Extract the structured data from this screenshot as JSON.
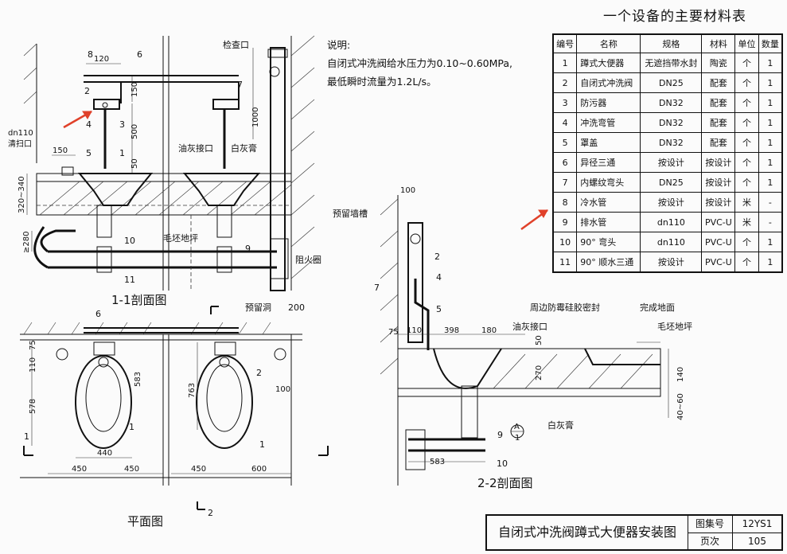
{
  "notes": {
    "heading": "说明:",
    "line1": "自闭式冲洗阀给水压力为0.10~0.60MPa,",
    "line2": "最低瞬时流量为1.2L/s。"
  },
  "materials": {
    "title": "一个设备的主要材料表",
    "headers": [
      "编号",
      "名称",
      "规格",
      "材料",
      "单位",
      "数量"
    ],
    "rows": [
      [
        "1",
        "蹲式大便器",
        "无遮挡带水封",
        "陶瓷",
        "个",
        "1"
      ],
      [
        "2",
        "自闭式冲洗阀",
        "DN25",
        "配套",
        "个",
        "1"
      ],
      [
        "3",
        "防污器",
        "DN32",
        "配套",
        "个",
        "1"
      ],
      [
        "4",
        "冲洗弯管",
        "DN32",
        "配套",
        "个",
        "1"
      ],
      [
        "5",
        "罩盖",
        "DN32",
        "配套",
        "个",
        "1"
      ],
      [
        "6",
        "异径三通",
        "按设计",
        "按设计",
        "个",
        "1"
      ],
      [
        "7",
        "内螺纹弯头",
        "DN25",
        "按设计",
        "个",
        "1"
      ],
      [
        "8",
        "冷水管",
        "按设计",
        "按设计",
        "米",
        "-"
      ],
      [
        "9",
        "排水管",
        "dn110",
        "PVC-U",
        "米",
        "-"
      ],
      [
        "10",
        "90° 弯头",
        "dn110",
        "PVC-U",
        "个",
        "1"
      ],
      [
        "11",
        "90° 顺水三通",
        "按设计",
        "PVC-U",
        "个",
        "1"
      ]
    ]
  },
  "title_block": {
    "drawing_title": "自闭式冲洗阀蹲式大便器安装图",
    "atlas_label": "图集号",
    "atlas_value": "12YS1",
    "page_label": "页次",
    "page_value": "105"
  },
  "section11": {
    "title": "1-1剖面图",
    "labels": {
      "inspection": "检查口",
      "cleanout": "dn110",
      "cleanout2": "清扫口",
      "grease_port": "油灰接口",
      "putty": "白灰膏",
      "rough_floor": "毛坯地坪",
      "reserved_hole": "预留洞",
      "reserved_hole_size": "200",
      "fire_collar": "阻火圈"
    },
    "dims": {
      "d120": "120",
      "d150a": "150",
      "d500": "500",
      "d50": "50",
      "d1000": "1000",
      "d150b": "150",
      "d320": "320~340",
      "d280": "≥280"
    },
    "nums": [
      "8",
      "6",
      "2",
      "3",
      "4",
      "5",
      "1",
      "7",
      "10",
      "9",
      "11"
    ]
  },
  "plan": {
    "title": "平面图",
    "dims": {
      "d110": "110",
      "d75": "75",
      "d578": "578",
      "d583": "583",
      "d763": "763",
      "d440": "440",
      "d450a": "450",
      "d450b": "450",
      "d450c": "450",
      "d600": "600",
      "d100": "100"
    },
    "nums": [
      "6",
      "2",
      "1",
      "1"
    ],
    "cut1": "1",
    "cut2": "2"
  },
  "section22": {
    "title": "2-2剖面图",
    "labels": {
      "wall_slot": "预留墙槽",
      "seal": "周边防霉硅胶密封",
      "finished_floor": "完成地面",
      "rough_floor": "毛坯地坪",
      "grease_port": "油灰接口",
      "putty": "白灰膏"
    },
    "dims": {
      "d100": "100",
      "d75": "75",
      "d110": "110",
      "d398": "398",
      "d180": "180",
      "d50": "50",
      "d270": "270",
      "d140": "140",
      "d40_60": "40~60",
      "d583": "583"
    },
    "nums": [
      "7",
      "2",
      "4",
      "5",
      "9",
      "10"
    ],
    "detail": "A",
    "detail_sub": "1"
  }
}
